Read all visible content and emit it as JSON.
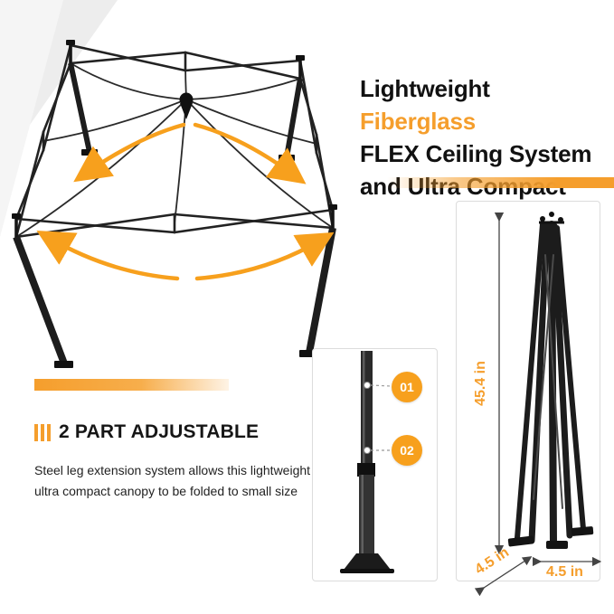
{
  "headline": {
    "prefix": "Lightweight ",
    "highlight": "Fiberglass",
    "line2": "FLEX Ceiling System",
    "line3": "and Ultra Compact"
  },
  "section": {
    "title": "2 PART ADJUSTABLE",
    "body_line1": "Steel leg extension system allows this lightweight",
    "body_line2": "ultra compact canopy to be folded to small size"
  },
  "callouts": {
    "one": "01",
    "two": "02"
  },
  "dimensions": {
    "height": "45.4 in",
    "depth": "4.5 in",
    "width": "4.5 in"
  },
  "colors": {
    "accent": "#F59E2C",
    "frame": "#1d1d1d"
  }
}
